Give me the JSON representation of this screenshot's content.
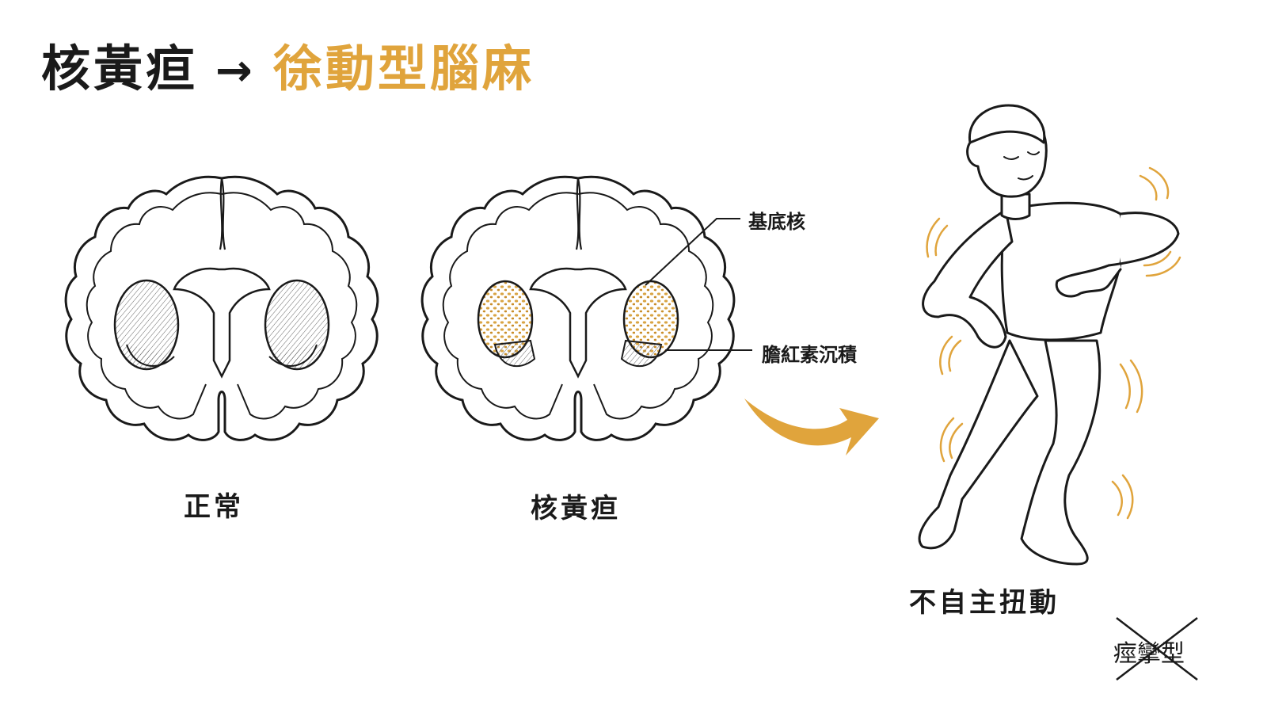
{
  "title": {
    "left": "核黃疸",
    "arrow": "→",
    "right": "徐動型腦麻"
  },
  "labels": {
    "normal": "正常",
    "kernicterus": "核黃疸",
    "involuntary": "不自主扭動",
    "crossed_out": "痙攣型"
  },
  "callouts": {
    "basal_ganglia": "基底核",
    "bilirubin": "膽紅素沉積"
  },
  "colors": {
    "accent": "#e0a43c",
    "ink": "#1a1a1a",
    "deposit": "#d9a545"
  }
}
